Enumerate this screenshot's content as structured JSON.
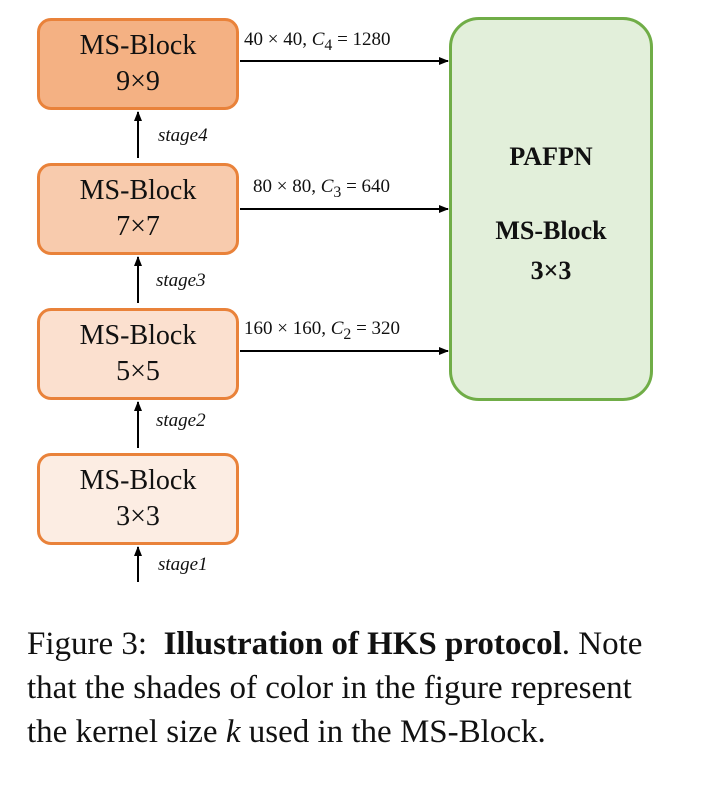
{
  "blocks": [
    {
      "name": "MS-Block",
      "kernel": "9×9"
    },
    {
      "name": "MS-Block",
      "kernel": "7×7"
    },
    {
      "name": "MS-Block",
      "kernel": "5×5"
    },
    {
      "name": "MS-Block",
      "kernel": "3×3"
    }
  ],
  "stages": [
    "stage4",
    "stage3",
    "stage2",
    "stage1"
  ],
  "outputs": [
    {
      "size": "40 × 40, ",
      "c_symbol": "C",
      "c_sub": "4",
      "c_value": " = 1280"
    },
    {
      "size": "80 × 80, ",
      "c_symbol": "C",
      "c_sub": "3",
      "c_value": " = 640"
    },
    {
      "size": "160 × 160, ",
      "c_symbol": "C",
      "c_sub": "2",
      "c_value": " = 320"
    }
  ],
  "pafpn": {
    "title": "PAFPN",
    "block": "MS-Block",
    "kernel": "3×3"
  },
  "caption": {
    "label": "Figure 3:",
    "bold": "Illustration of HKS protocol",
    "period": ".",
    "text_before_k": "Note that the shades of color in the figure represent the kernel size ",
    "k": "k",
    "text_after_k": " used in the MS-Block."
  },
  "colors": {
    "block_border": "#e9823a",
    "block_9x9": "#f4b183",
    "block_7x7": "#f8cbad",
    "block_5x5": "#fbe0cf",
    "block_3x3": "#fcede3",
    "pafpn_border": "#70ad47",
    "pafpn_fill": "#e2efda"
  }
}
